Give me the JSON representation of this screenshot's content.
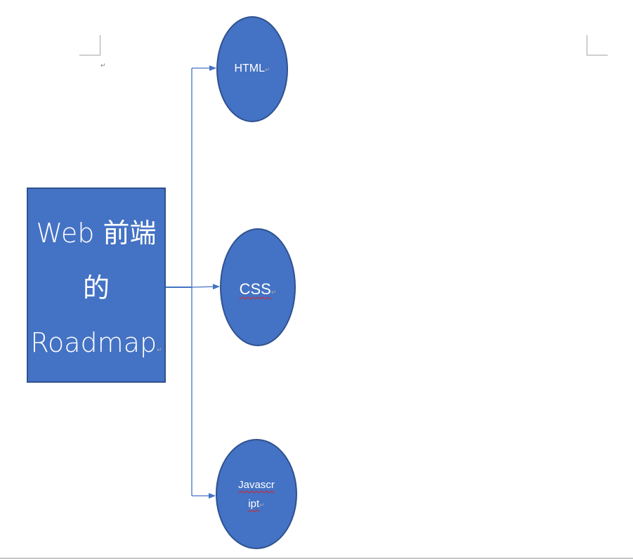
{
  "document": {
    "paragraph_mark": "↵"
  },
  "diagram": {
    "root": {
      "line1": "Web 前端",
      "line2": "的",
      "line3": "Roadmap"
    },
    "nodes": [
      {
        "label": "HTML"
      },
      {
        "label": "CSS"
      },
      {
        "label_line1": "Javascr",
        "label_line2": "ipt"
      }
    ],
    "colors": {
      "fill": "#4472c4",
      "border": "#2f528f",
      "connector": "#4472c4",
      "text": "#ffffff",
      "spellcheck": "#e02020"
    }
  }
}
